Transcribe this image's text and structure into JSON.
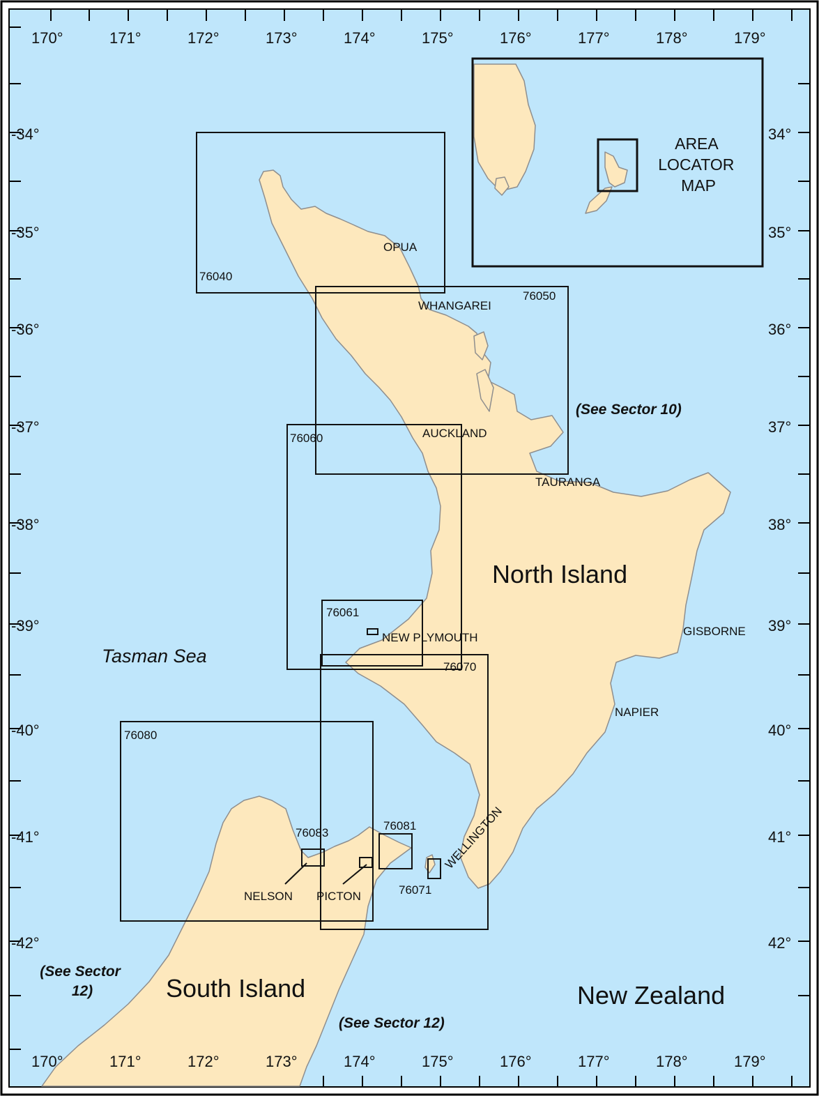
{
  "colors": {
    "water": "#bfe6fb",
    "land": "#fde8bd",
    "coast": "#8e8e8e",
    "ink": "#111111",
    "frame": "#000000"
  },
  "axes": {
    "longitude_labels": [
      "170°",
      "171°",
      "172°",
      "173°",
      "174°",
      "175°",
      "176°",
      "177°",
      "178°",
      "179°"
    ],
    "latitude_labels": [
      "34°",
      "35°",
      "36°",
      "37°",
      "38°",
      "39°",
      "40°",
      "41°",
      "42°"
    ],
    "latitude_prefix": "-"
  },
  "regions": {
    "north_island": "North Island",
    "south_island": "South Island",
    "country": "New Zealand",
    "sea": "Tasman Sea"
  },
  "ports": [
    "OPUA",
    "WHANGAREI",
    "AUCKLAND",
    "TAURANGA",
    "NEW PLYMOUTH",
    "GISBORNE",
    "NAPIER",
    "WELLINGTON",
    "NELSON",
    "PICTON"
  ],
  "charts": [
    "76040",
    "76050",
    "76060",
    "76061",
    "76070",
    "76071",
    "76080",
    "76081",
    "76083"
  ],
  "sector_refs": {
    "east": "(See Sector 10)",
    "south": "(See Sector 12)",
    "southwest_line1": "(See Sector",
    "southwest_line2": "12)"
  },
  "locator": {
    "line1": "AREA",
    "line2": "LOCATOR",
    "line3": "MAP"
  }
}
